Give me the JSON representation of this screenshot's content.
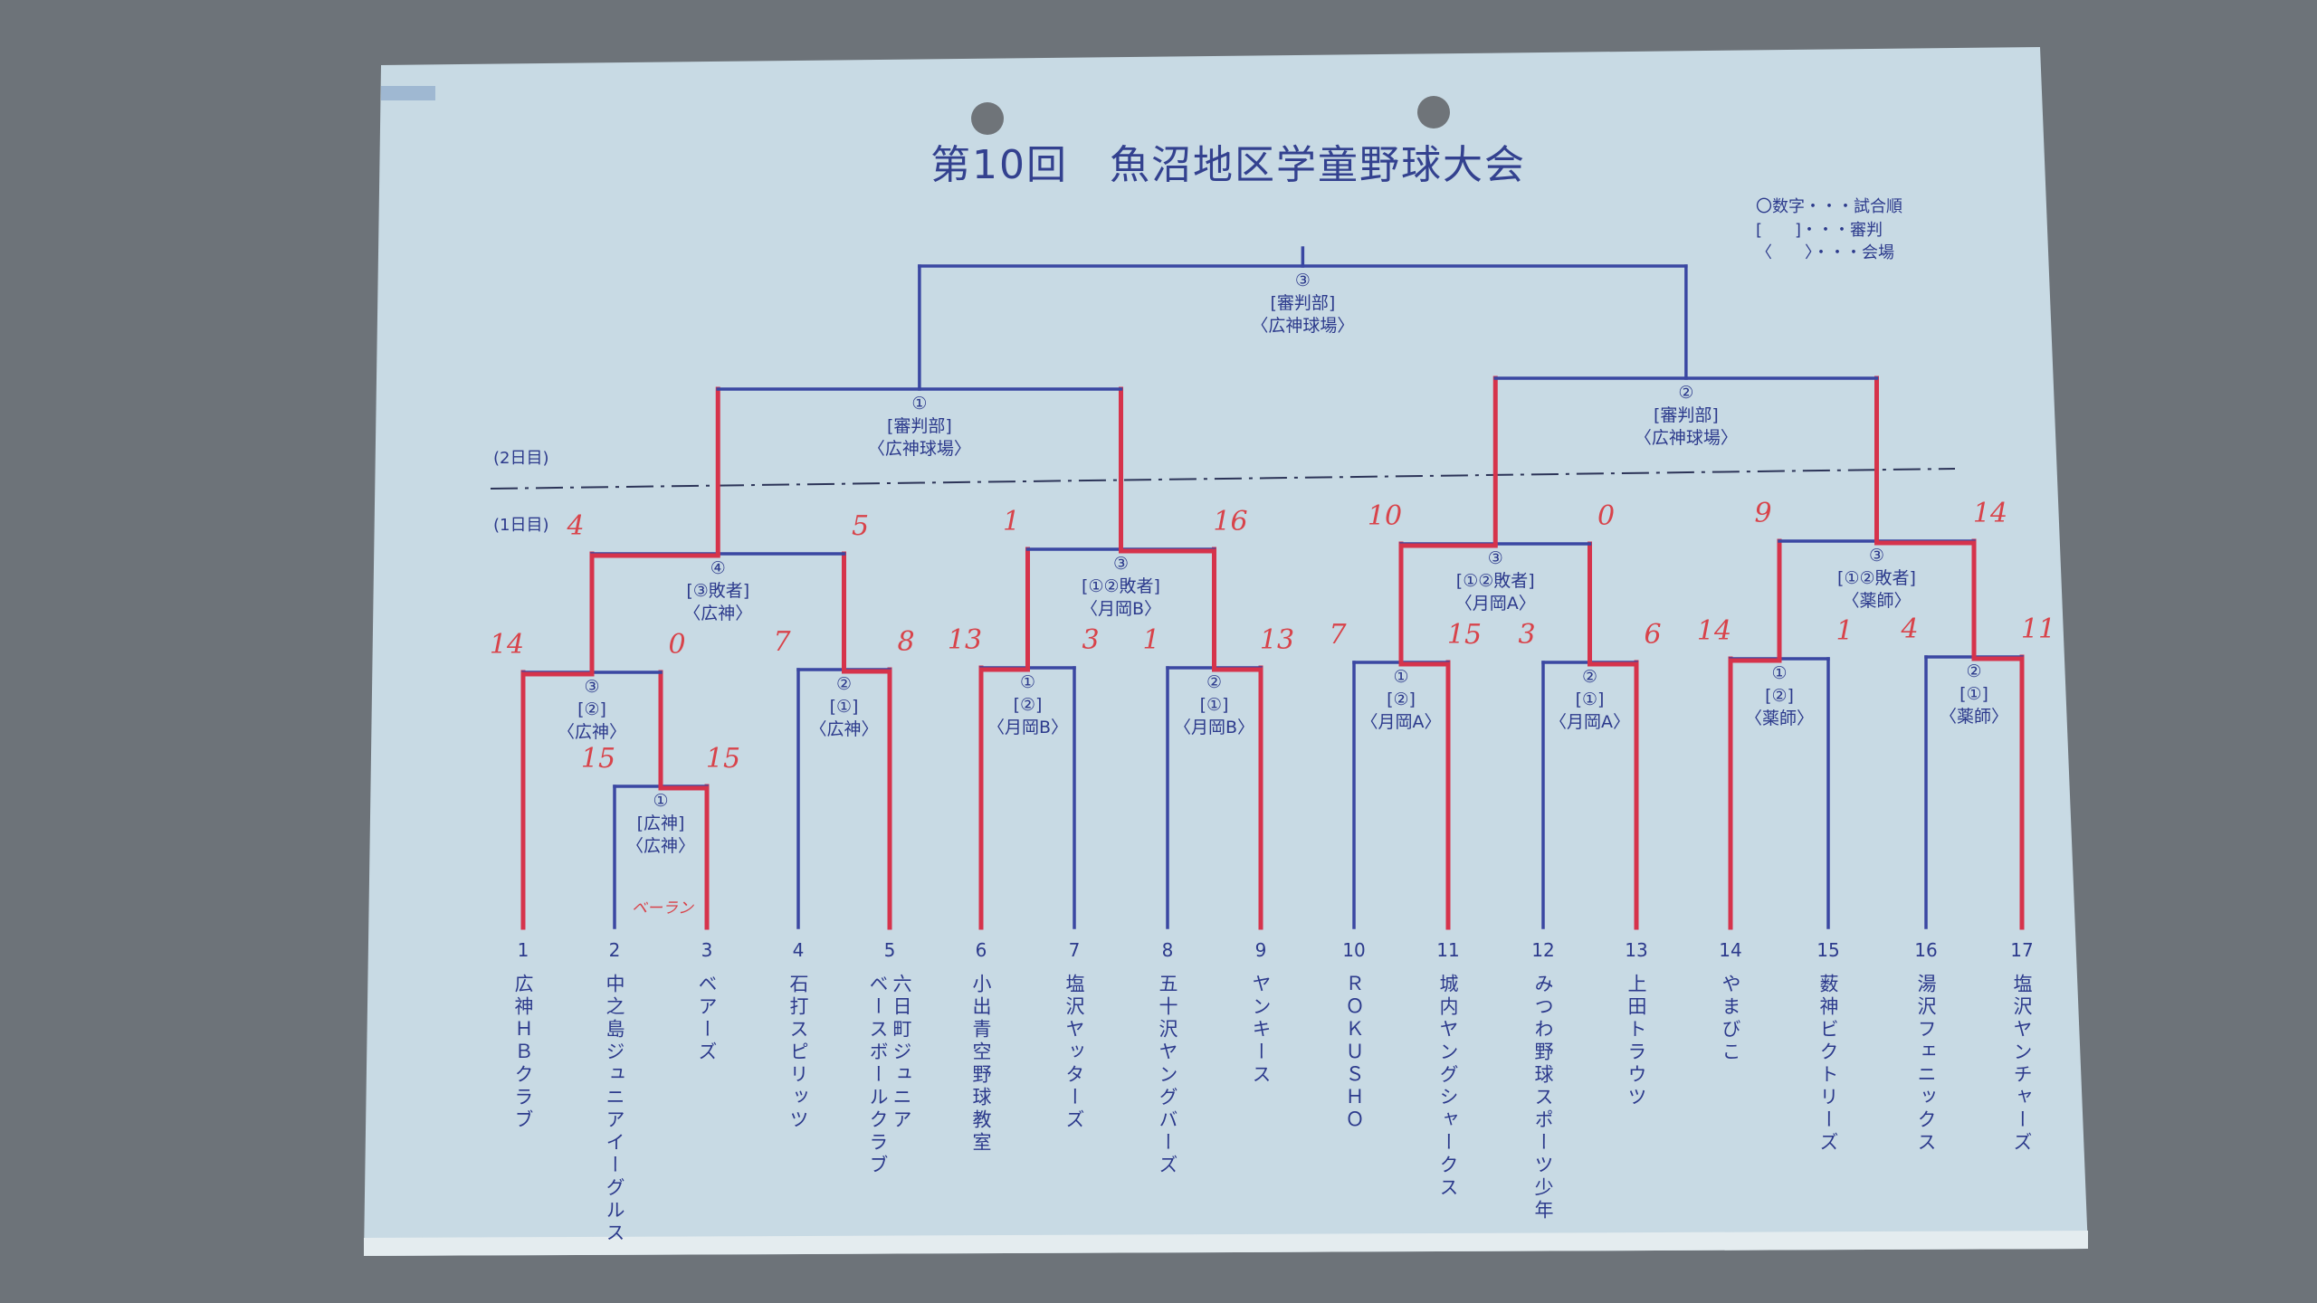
{
  "title": "第10回　魚沼地区学童野球大会",
  "legend": [
    "〇数字・・・試合順",
    "[　　]・・・審判",
    "〈　　〉・・・会場"
  ],
  "day_labels": {
    "day2": "(2日目)",
    "day1": "(1日目)"
  },
  "colors": {
    "paper": "#c8dae4",
    "line_blue": "#3a47a2",
    "line_red": "#d6334b",
    "score_red": "#d8434a"
  },
  "teams": [
    {
      "no": "1",
      "name": "広神ＨＢクラブ"
    },
    {
      "no": "2",
      "name": "中之島ジュニアイーグルス"
    },
    {
      "no": "3",
      "name": "ベアーズ"
    },
    {
      "no": "4",
      "name": "石打スピリッツ"
    },
    {
      "no": "5",
      "name": "六日町ジュニア\nベースボールクラブ"
    },
    {
      "no": "6",
      "name": "小出青空野球教室"
    },
    {
      "no": "7",
      "name": "塩沢ヤッターズ"
    },
    {
      "no": "8",
      "name": "五十沢ヤングバーズ"
    },
    {
      "no": "9",
      "name": "ヤンキース"
    },
    {
      "no": "10",
      "name": "ＲＯＫＵＳＨＯ"
    },
    {
      "no": "11",
      "name": "城内ヤングシャークス"
    },
    {
      "no": "12",
      "name": "みつわ野球スポーツ少年"
    },
    {
      "no": "13",
      "name": "上田トラウツ"
    },
    {
      "no": "14",
      "name": "やまびこ"
    },
    {
      "no": "15",
      "name": "薮神ビクトリーズ"
    },
    {
      "no": "16",
      "name": "湯沢フェニックス"
    },
    {
      "no": "17",
      "name": "塩沢ヤンチャーズ"
    }
  ],
  "matches": [
    {
      "id": "a1",
      "children": [
        "t2",
        "t3"
      ],
      "order": "①",
      "umpire": "[広神]",
      "venue": "〈広神〉",
      "scores": [
        "15",
        "15"
      ],
      "winner": 1,
      "note": "ベーラン"
    },
    {
      "id": "a3",
      "children": [
        "t1",
        "a1"
      ],
      "order": "③",
      "umpire": "[②]",
      "venue": "〈広神〉",
      "scores": [
        "14",
        "0"
      ],
      "winner": 0
    },
    {
      "id": "a2",
      "children": [
        "t4",
        "t5"
      ],
      "order": "②",
      "umpire": "[①]",
      "venue": "〈広神〉",
      "scores": [
        "7",
        "8"
      ],
      "winner": 1
    },
    {
      "id": "a4",
      "children": [
        "a3",
        "a2"
      ],
      "order": "④",
      "umpire": "[③敗者]",
      "venue": "〈広神〉",
      "scores": [
        "4",
        "5"
      ],
      "winner": 0
    },
    {
      "id": "b1",
      "children": [
        "t6",
        "t7"
      ],
      "order": "①",
      "umpire": "[②]",
      "venue": "〈月岡B〉",
      "scores": [
        "13",
        "3"
      ],
      "winner": 0
    },
    {
      "id": "b2",
      "children": [
        "t8",
        "t9"
      ],
      "order": "②",
      "umpire": "[①]",
      "venue": "〈月岡B〉",
      "scores": [
        "1",
        "13"
      ],
      "winner": 1
    },
    {
      "id": "b3",
      "children": [
        "b1",
        "b2"
      ],
      "order": "③",
      "umpire": "[①②敗者]",
      "venue": "〈月岡B〉",
      "scores": [
        "1",
        "16"
      ],
      "winner": 1
    },
    {
      "id": "c1",
      "children": [
        "t10",
        "t11"
      ],
      "order": "①",
      "umpire": "[②]",
      "venue": "〈月岡A〉",
      "scores": [
        "7",
        "15"
      ],
      "winner": 1
    },
    {
      "id": "c2",
      "children": [
        "t12",
        "t13"
      ],
      "order": "②",
      "umpire": "[①]",
      "venue": "〈月岡A〉",
      "scores": [
        "3",
        "6"
      ],
      "winner": 1
    },
    {
      "id": "c3",
      "children": [
        "c1",
        "c2"
      ],
      "order": "③",
      "umpire": "[①②敗者]",
      "venue": "〈月岡A〉",
      "scores": [
        "10",
        "0"
      ],
      "winner": 0
    },
    {
      "id": "d1",
      "children": [
        "t14",
        "t15"
      ],
      "order": "①",
      "umpire": "[②]",
      "venue": "〈薬師〉",
      "scores": [
        "14",
        "1"
      ],
      "winner": 0
    },
    {
      "id": "d2",
      "children": [
        "t16",
        "t17"
      ],
      "order": "②",
      "umpire": "[①]",
      "venue": "〈薬師〉",
      "scores": [
        "4",
        "11"
      ],
      "winner": 1
    },
    {
      "id": "d3",
      "children": [
        "d1",
        "d2"
      ],
      "order": "③",
      "umpire": "[①②敗者]",
      "venue": "〈薬師〉",
      "scores": [
        "9",
        "14"
      ],
      "winner": 1
    },
    {
      "id": "s1",
      "children": [
        "a4",
        "b3"
      ],
      "order": "①",
      "umpire": "[審判部]",
      "venue": "〈広神球場〉",
      "scores": null,
      "winner": null
    },
    {
      "id": "s2",
      "children": [
        "c3",
        "d3"
      ],
      "order": "②",
      "umpire": "[審判部]",
      "venue": "〈広神球場〉",
      "scores": null,
      "winner": null
    },
    {
      "id": "f",
      "children": [
        "s1",
        "s2"
      ],
      "order": "③",
      "umpire": "[審判部]",
      "venue": "〈広神球場〉",
      "scores": null,
      "winner": null
    }
  ]
}
